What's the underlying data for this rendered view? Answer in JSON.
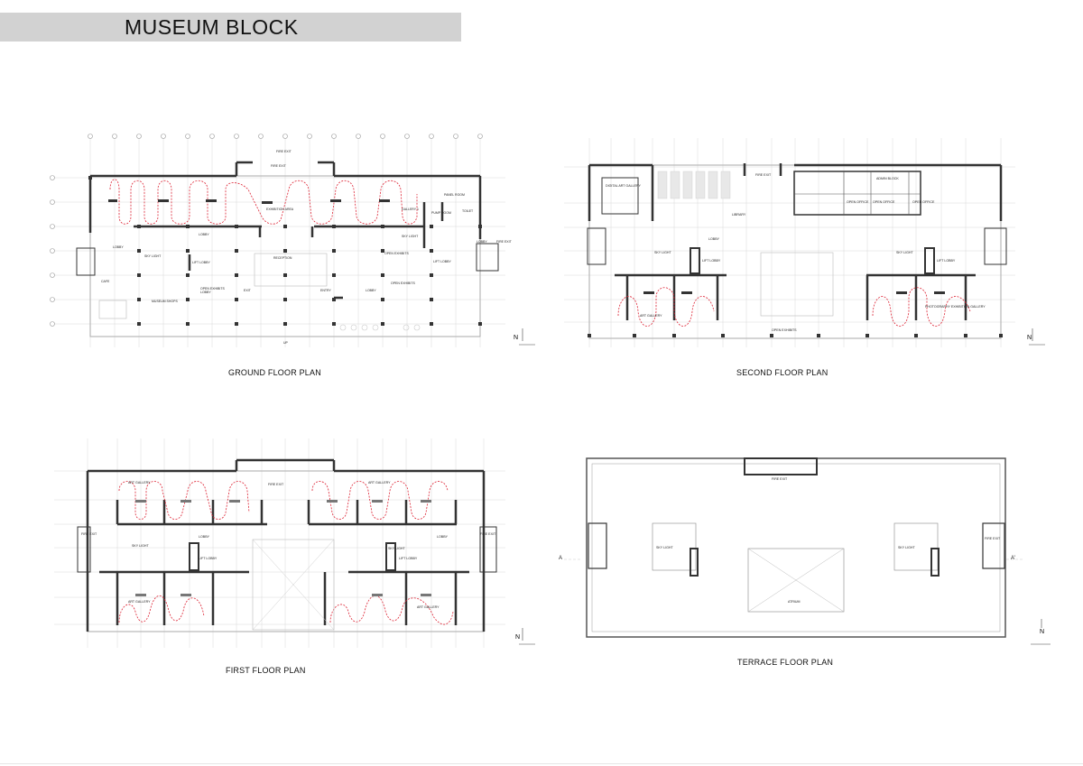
{
  "sheet": {
    "title": "MUSEUM BLOCK"
  },
  "plans": {
    "ground": {
      "caption": "GROUND FLOOR PLAN",
      "labels": [
        "FIRE EXIT",
        "FIRE EXIT",
        "EXHIBITION AREA",
        "GALLERY 1",
        "PANEL ROOM",
        "PUMP ROOM",
        "TOILET",
        "LOBBY",
        "LOBBY",
        "LOBBY",
        "SKY LIGHT",
        "SKY LIGHT",
        "LIFT LOBBY",
        "LIFT LOBBY",
        "OPEN EXHIBITS",
        "OPEN EXHIBITS",
        "OPEN EXHIBITS",
        "CAFE",
        "MUSEUM SHOPS",
        "LOBBY",
        "EXIT",
        "ENTRY",
        "LOBBY",
        "RECEPTION",
        "FIRE EXIT",
        "UP"
      ]
    },
    "second": {
      "caption": "SECOND FLOOR PLAN",
      "labels": [
        "DIGITAL ART GALLERY",
        "FIRE EXIT",
        "LIBRARY",
        "ADMIN BLOCK",
        "OPEN OFFICE",
        "OPEN OFFICE",
        "OPEN OFFICE",
        "LOBBY",
        "SKY LIGHT",
        "SKY LIGHT",
        "LIFT LOBBY",
        "LIFT LOBBY",
        "ART GALLERY",
        "PHOTOGRAPHY EXHIBITION GALLERY",
        "OPEN EXHIBITS"
      ]
    },
    "first": {
      "caption": "FIRST FLOOR PLAN",
      "labels": [
        "ART GALLERY",
        "ART GALLERY",
        "FIRE EXIT",
        "FIRE EXIT",
        "FIRE EXIT",
        "LOBBY",
        "LOBBY",
        "SKY LIGHT",
        "SKY LIGHT",
        "LIFT LOBBY",
        "LIFT LOBBY",
        "ART GALLERY",
        "ART GALLERY"
      ]
    },
    "terrace": {
      "caption": "TERRACE FLOOR PLAN",
      "labels": [
        "FIRE EXIT",
        "SKY LIGHT",
        "SKY LIGHT",
        "ATRIUM",
        "FIRE EXIT",
        "A",
        "A'"
      ]
    }
  },
  "north_label": "N"
}
